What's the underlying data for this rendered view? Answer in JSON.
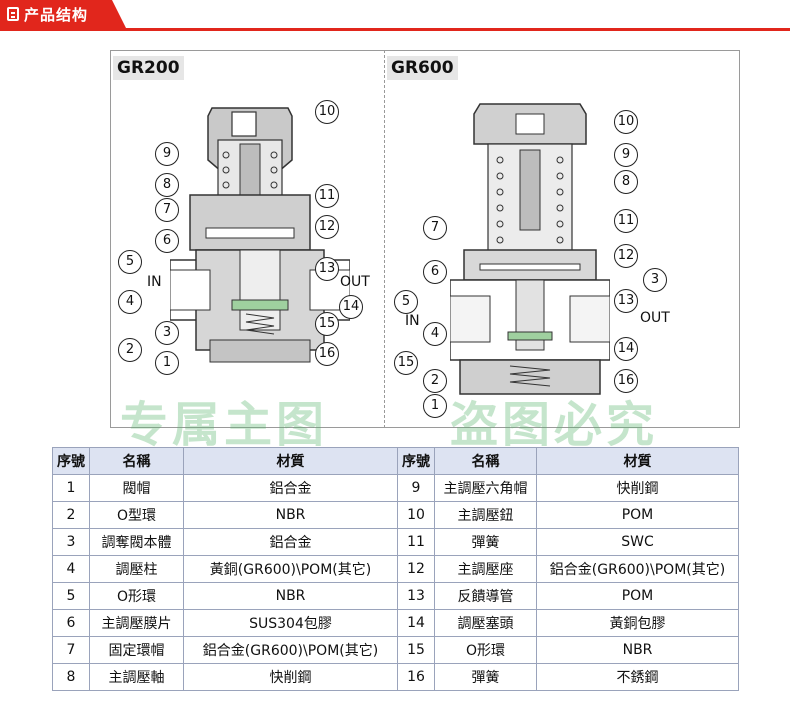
{
  "header": {
    "title": "产品结构"
  },
  "diagram": {
    "left_model": "GR200",
    "right_model": "GR600",
    "flow_in": "IN",
    "flow_out": "OUT",
    "left_callouts": [
      "10",
      "9",
      "8",
      "7",
      "6",
      "11",
      "12",
      "5",
      "13",
      "4",
      "14",
      "3",
      "15",
      "2",
      "1",
      "16"
    ],
    "right_callouts": [
      "10",
      "9",
      "8",
      "7",
      "11",
      "12",
      "6",
      "3",
      "5",
      "13",
      "4",
      "14",
      "15",
      "2",
      "16",
      "1"
    ]
  },
  "watermark": {
    "line1": "专属主图",
    "line2": "盗图必究"
  },
  "table": {
    "headers": [
      "序號",
      "名稱",
      "材質",
      "序號",
      "名稱",
      "材質"
    ],
    "rows": [
      [
        "1",
        "閥帽",
        "鋁合金",
        "9",
        "主調壓六角帽",
        "快削鋼"
      ],
      [
        "2",
        "O型環",
        "NBR",
        "10",
        "主調壓鈕",
        "POM"
      ],
      [
        "3",
        "調奪閥本體",
        "鋁合金",
        "11",
        "彈簧",
        "SWC"
      ],
      [
        "4",
        "調壓柱",
        "黃銅(GR600)\\POM(其它)",
        "12",
        "主調壓座",
        "鋁合金(GR600)\\POM(其它)"
      ],
      [
        "5",
        "O形環",
        "NBR",
        "13",
        "反饋導管",
        "POM"
      ],
      [
        "6",
        "主調壓膜片",
        "SUS304包膠",
        "14",
        "調壓塞頭",
        "黃銅包膠"
      ],
      [
        "7",
        "固定環帽",
        "鋁合金(GR600)\\POM(其它)",
        "15",
        "O形環",
        "NBR"
      ],
      [
        "8",
        "主調壓軸",
        "快削鋼",
        "16",
        "彈簧",
        "不銹鋼"
      ]
    ]
  }
}
